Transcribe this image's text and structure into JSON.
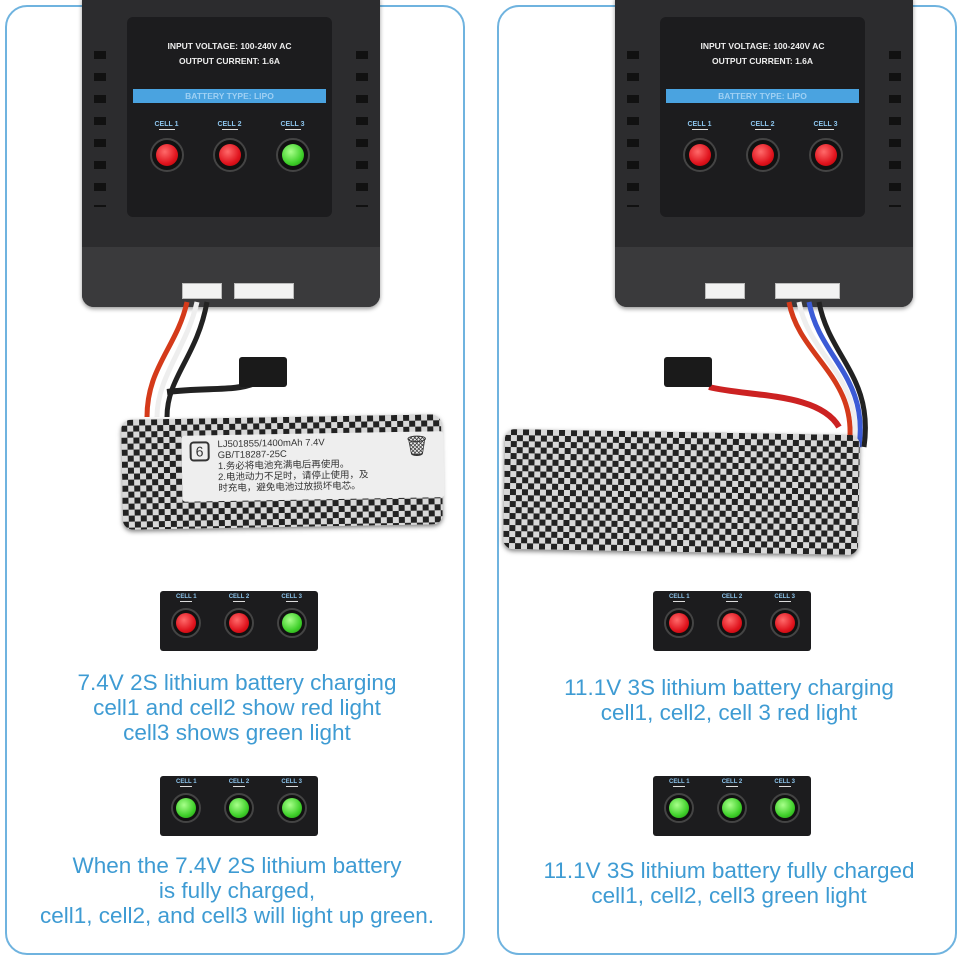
{
  "charger": {
    "input": "INPUT VOLTAGE: 100-240V AC",
    "output": "OUTPUT CURRENT: 1.6A",
    "battery_type": "BATTERY TYPE: LIPO",
    "cells": [
      "CELL 1",
      "CELL 2",
      "CELL 3"
    ]
  },
  "left": {
    "battery_label": {
      "line1": "LJ501855/1400mAh 7.4V",
      "line2": "GB/T18287-25C",
      "line3": "1.务必将电池充满电后再使用。",
      "line4": "2.电池动力不足时，请停止使用，及",
      "line5": "时充电，避免电池过放损坏电芯。"
    },
    "charger_leds": [
      "red",
      "red",
      "green"
    ],
    "state1": {
      "leds": [
        "red",
        "red",
        "green"
      ],
      "caption": [
        "7.4V 2S lithium battery charging",
        "cell1 and cell2 show red light",
        "cell3 shows green light"
      ]
    },
    "state2": {
      "leds": [
        "green",
        "green",
        "green"
      ],
      "caption": [
        "When the 7.4V 2S lithium battery",
        "is fully charged,",
        "cell1, cell2, and cell3 will light up green."
      ]
    }
  },
  "right": {
    "charger_leds": [
      "red",
      "red",
      "red"
    ],
    "state1": {
      "leds": [
        "red",
        "red",
        "red"
      ],
      "caption": [
        "11.1V 3S lithium battery charging",
        "cell1, cell2, cell 3 red light"
      ]
    },
    "state2": {
      "leds": [
        "green",
        "green",
        "green"
      ],
      "caption": [
        "11.1V 3S lithium battery fully charged",
        "cell1, cell2, cell3 green light"
      ]
    }
  },
  "colors": {
    "accent": "#3e9bd3",
    "border": "#6fb3df",
    "red": "#e0141e",
    "green": "#3fd02a"
  }
}
